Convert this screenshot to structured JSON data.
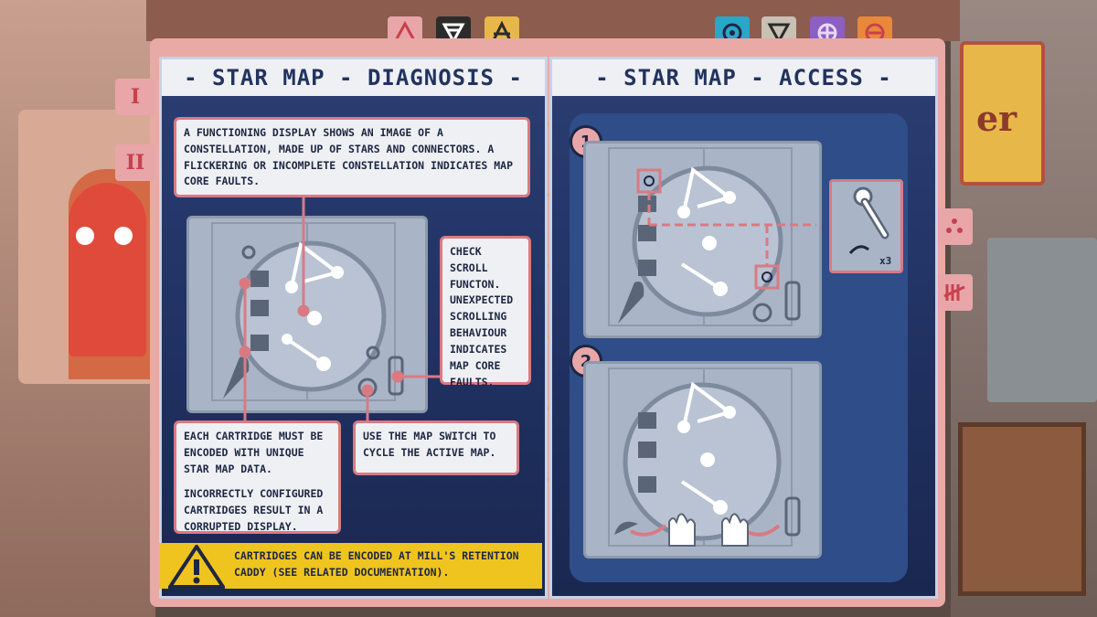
{
  "left_page": {
    "title": "- STAR MAP - DIAGNOSIS -",
    "callout_display": "A FUNCTIONING DISPLAY SHOWS AN IMAGE OF A CONSTELLATION, MADE UP OF STARS AND CONNECTORS. A FLICKERING OR INCOMPLETE CONSTELLATION INDICATES MAP CORE FAULTS.",
    "callout_scroll": "CHECK SCROLL FUNCTON. UNEXPECTED SCROLLING BEHAVIOUR INDICATES MAP CORE FAULTS.",
    "callout_cartridge_1": "EACH CARTRIDGE MUST BE ENCODED WITH UNIQUE STAR MAP DATA.",
    "callout_cartridge_2": "INCORRECTLY CONFIGURED CARTRIDGES RESULT IN A CORRUPTED DISPLAY.",
    "callout_switch": "USE THE MAP SWITCH TO CYCLE THE ACTIVE MAP.",
    "warning": "CARTRIDGES CAN BE ENCODED AT MILL'S RETENTION CADDY (SEE RELATED DOCUMENTATION)."
  },
  "right_page": {
    "title": "- STAR MAP - ACCESS -",
    "step1": "1",
    "step2": "2",
    "repeat_count": "x3"
  },
  "side_tabs_left": [
    "I",
    "II"
  ],
  "top_tabs_left": [
    "triangle",
    "hourglass",
    "scales"
  ],
  "top_tabs_right": [
    "circle",
    "down-triangle",
    "cross-circle",
    "minus-circle"
  ],
  "background": {
    "sign_text": "er"
  },
  "colors": {
    "page_bg": "#1f3060",
    "callout_border": "#d97a83",
    "warning": "#f0c41e",
    "tab_pink": "#e8a6a8",
    "ink": "#1e2642"
  }
}
